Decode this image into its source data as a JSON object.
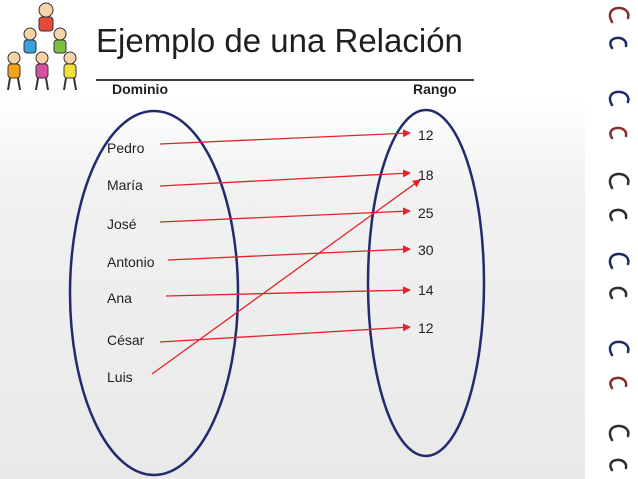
{
  "title": "Ejemplo de una Relación",
  "domain_header": "Dominio",
  "range_header": "Rango",
  "domain_items": [
    "Pedro",
    "María",
    "José",
    "Antonio",
    "Ana",
    "César",
    "Luis"
  ],
  "range_items": [
    "12",
    "18",
    "25",
    "30",
    "14",
    "12"
  ],
  "mappings": [
    [
      0,
      0
    ],
    [
      1,
      1
    ],
    [
      2,
      2
    ],
    [
      3,
      3
    ],
    [
      4,
      4
    ],
    [
      5,
      5
    ],
    [
      6,
      1
    ]
  ],
  "colors": {
    "arrow": "#e8202a",
    "ellipse": "#232a6e",
    "text": "#1f1f1f"
  }
}
